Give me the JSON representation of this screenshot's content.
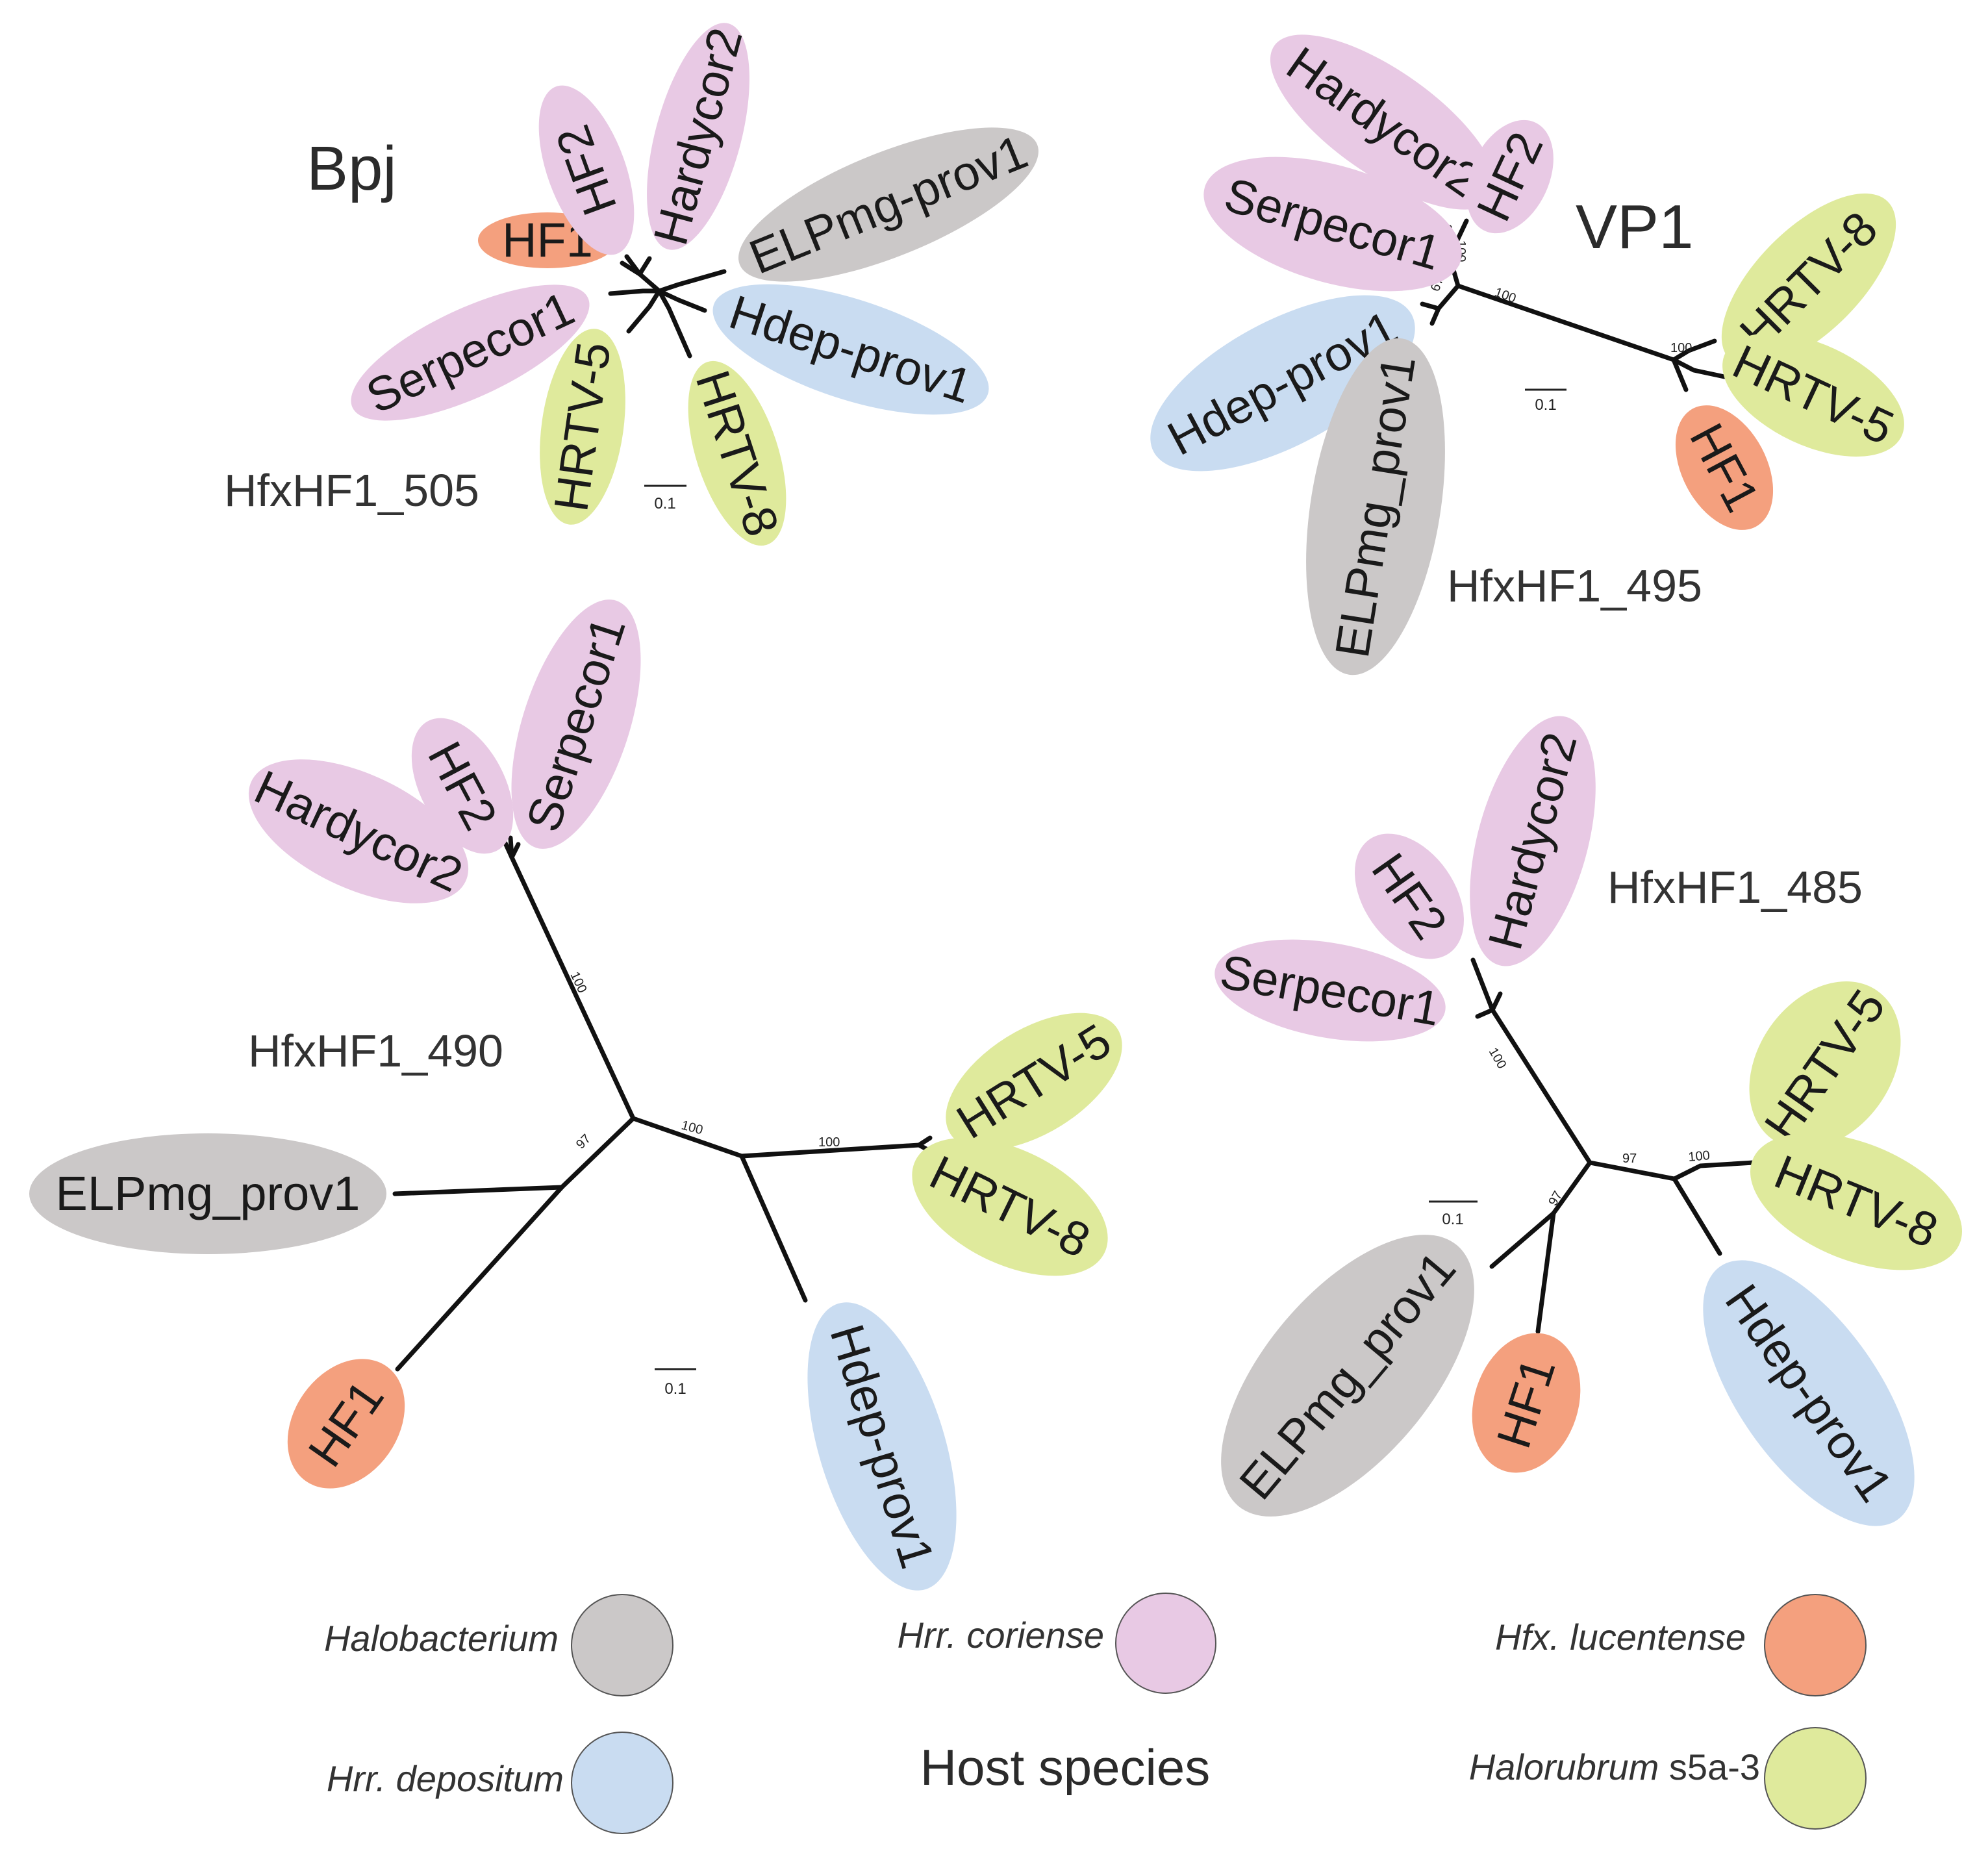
{
  "colors": {
    "Halobacterium": "#cbc8c8",
    "Hrr. coriense": "#e8c9e4",
    "Hfx. lucentense": "#f4a07e",
    "Hrr. depositum": "#c9dcf1",
    "Halorubrum s5a-3": "#dfea9c"
  },
  "gene_titles": {
    "bpj": "Bpj",
    "vp1": "VP1"
  },
  "trees": [
    {
      "id": "t505",
      "title": "HfxHF1_505",
      "scale_label": "0.1",
      "leaves": [
        {
          "id": "hf1",
          "label": "HF1",
          "host": "Hfx. lucentense"
        },
        {
          "id": "hf2",
          "label": "HF2",
          "host": "Hrr. coriense"
        },
        {
          "id": "hardycor2",
          "label": "Hardycor2",
          "host": "Hrr. coriense"
        },
        {
          "id": "elpmg",
          "label": "ELPmg-prov1",
          "host": "Halobacterium"
        },
        {
          "id": "hdep",
          "label": "Hdep-prov1",
          "host": "Hrr. depositum"
        },
        {
          "id": "hrtv8",
          "label": "HRTV-8",
          "host": "Halorubrum s5a-3"
        },
        {
          "id": "hrtv5",
          "label": "HRTV-5",
          "host": "Halorubrum s5a-3"
        },
        {
          "id": "serpecor1",
          "label": "Serpecor1",
          "host": "Hrr. coriense"
        }
      ],
      "bootstrap": []
    },
    {
      "id": "t495",
      "title": "HfxHF1_495",
      "scale_label": "0.1",
      "leaves": [
        {
          "id": "hardycor2",
          "label": "Hardycor2",
          "host": "Hrr. coriense"
        },
        {
          "id": "hf2",
          "label": "HF2",
          "host": "Hrr. coriense"
        },
        {
          "id": "serpecor1",
          "label": "Serpecor1",
          "host": "Hrr. coriense"
        },
        {
          "id": "hdep",
          "label": "Hdep-prov1",
          "host": "Hrr. depositum"
        },
        {
          "id": "elpmg",
          "label": "ELPmg_prov1",
          "host": "Halobacterium"
        },
        {
          "id": "hrtv8",
          "label": "HRTV-8",
          "host": "Halorubrum s5a-3"
        },
        {
          "id": "hrtv5",
          "label": "HRTV-5",
          "host": "Halorubrum s5a-3"
        },
        {
          "id": "hf1",
          "label": "HF1",
          "host": "Hfx. lucentense"
        }
      ],
      "bootstrap": [
        "100",
        "92",
        "67",
        "100",
        "100"
      ]
    },
    {
      "id": "t490",
      "title": "HfxHF1_490",
      "scale_label": "0.1",
      "leaves": [
        {
          "id": "hardycor2",
          "label": "Hardycor2",
          "host": "Hrr. coriense"
        },
        {
          "id": "hf2",
          "label": "HF2",
          "host": "Hrr. coriense"
        },
        {
          "id": "serpecor1",
          "label": "Serpecor1",
          "host": "Hrr. coriense"
        },
        {
          "id": "hrtv5",
          "label": "HRTV-5",
          "host": "Halorubrum s5a-3"
        },
        {
          "id": "hrtv8",
          "label": "HRTV-8",
          "host": "Halorubrum s5a-3"
        },
        {
          "id": "elpmg",
          "label": "ELPmg_prov1",
          "host": "Halobacterium"
        },
        {
          "id": "hf1",
          "label": "HF1",
          "host": "Hfx. lucentense"
        },
        {
          "id": "hdep",
          "label": "Hdep-prov1",
          "host": "Hrr. depositum"
        }
      ],
      "bootstrap": [
        "100",
        "97",
        "100",
        "100"
      ]
    },
    {
      "id": "t485",
      "title": "HfxHF1_485",
      "scale_label": "0.1",
      "leaves": [
        {
          "id": "hf2",
          "label": "HF2",
          "host": "Hrr. coriense"
        },
        {
          "id": "hardycor2",
          "label": "Hardycor2",
          "host": "Hrr. coriense"
        },
        {
          "id": "serpecor1",
          "label": "Serpecor1",
          "host": "Hrr. coriense"
        },
        {
          "id": "hrtv5",
          "label": "HRTV-5",
          "host": "Halorubrum s5a-3"
        },
        {
          "id": "hrtv8",
          "label": "HRTV-8",
          "host": "Halorubrum s5a-3"
        },
        {
          "id": "hdep",
          "label": "Hdep-prov1",
          "host": "Hrr. depositum"
        },
        {
          "id": "elpmg",
          "label": "ELPmg_prov1",
          "host": "Halobacterium"
        },
        {
          "id": "hf1",
          "label": "HF1",
          "host": "Hfx. lucentense"
        }
      ],
      "bootstrap": [
        "100",
        "97",
        "100",
        "97"
      ]
    }
  ],
  "legend": {
    "title": "Host species",
    "items": [
      {
        "id": "halobacterium",
        "label": "Halobacterium",
        "suffix": "",
        "host": "Halobacterium"
      },
      {
        "id": "coriense",
        "label": "Hrr. coriense",
        "suffix": "",
        "host": "Hrr. coriense"
      },
      {
        "id": "lucentense",
        "label": "Hfx. lucentense",
        "suffix": "",
        "host": "Hfx. lucentense"
      },
      {
        "id": "depositum",
        "label": "Hrr. depositum",
        "suffix": "",
        "host": "Hrr. depositum"
      },
      {
        "id": "s5a3",
        "label": "Halorubrum",
        "suffix": " s5a-3",
        "host": "Halorubrum s5a-3"
      }
    ]
  }
}
